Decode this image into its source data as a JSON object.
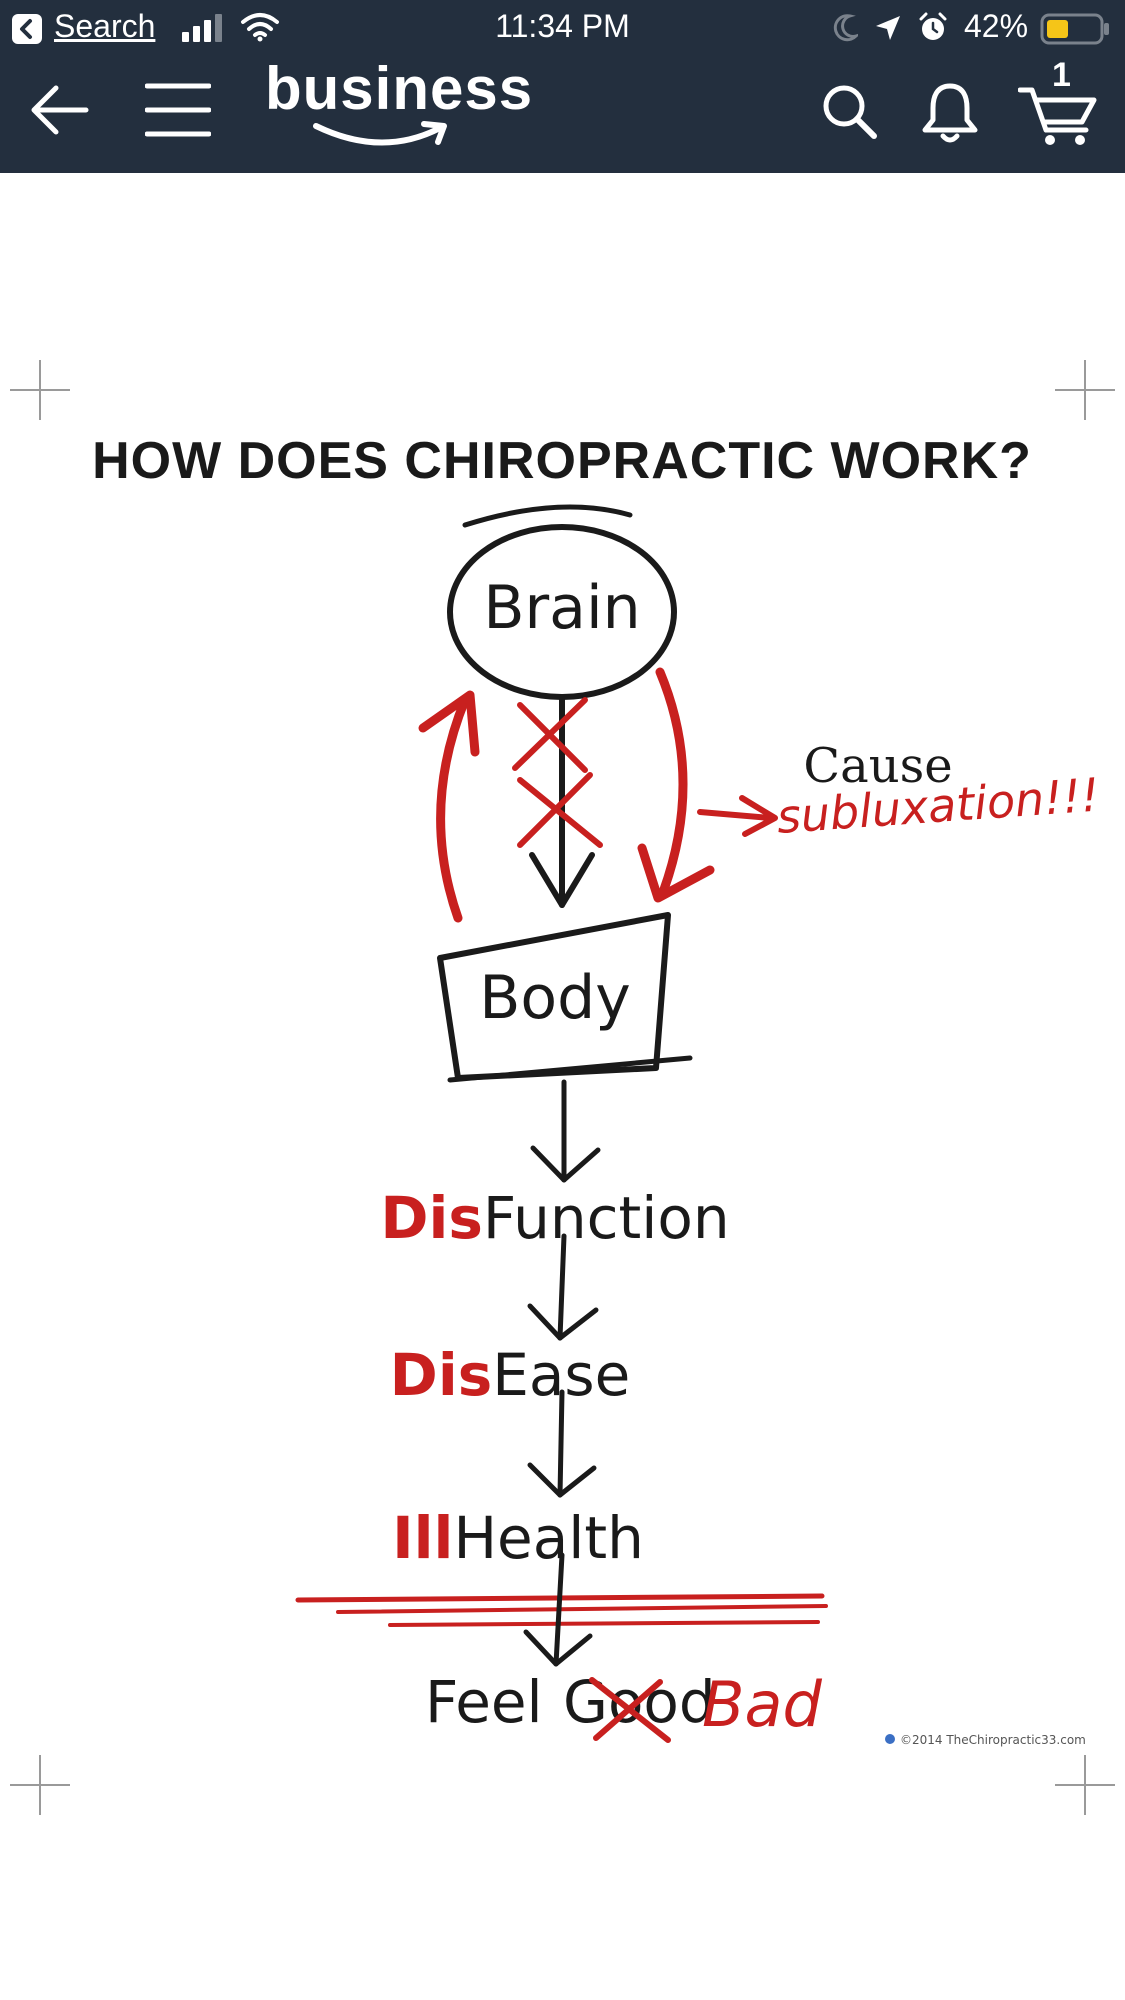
{
  "status_bar": {
    "back_app_label": "Search",
    "time": "11:34 PM",
    "battery_percent": "42%",
    "battery_level": 0.42,
    "icons": [
      "back-to-app-icon",
      "signal-icon",
      "wifi-icon",
      "moon-icon",
      "location-icon",
      "alarm-icon",
      "battery-icon"
    ]
  },
  "app_bar": {
    "logo": "business",
    "cart_count": "1",
    "icons": [
      "back-arrow-icon",
      "menu-icon",
      "search-icon",
      "bell-icon",
      "cart-icon"
    ],
    "background": "#232f3e"
  },
  "diagram": {
    "title": "HOW DOES CHIROPRACTIC WORK?",
    "brain": "Brain",
    "body": "Body",
    "cause_label": "Cause",
    "subluxation_label": "subluxation!!!",
    "steps": [
      {
        "prefix": "Dis",
        "word": "Function"
      },
      {
        "prefix": "Dis",
        "word": "Ease"
      },
      {
        "prefix": "Ill",
        "word": "Health"
      }
    ],
    "final_word": "Feel",
    "crossed_word": "Good",
    "replacement_word": "Bad",
    "copyright": "©2014 TheChiropractic33.com",
    "colors": {
      "ink": "#1a1a1a",
      "accent_red": "#c8201f"
    }
  }
}
